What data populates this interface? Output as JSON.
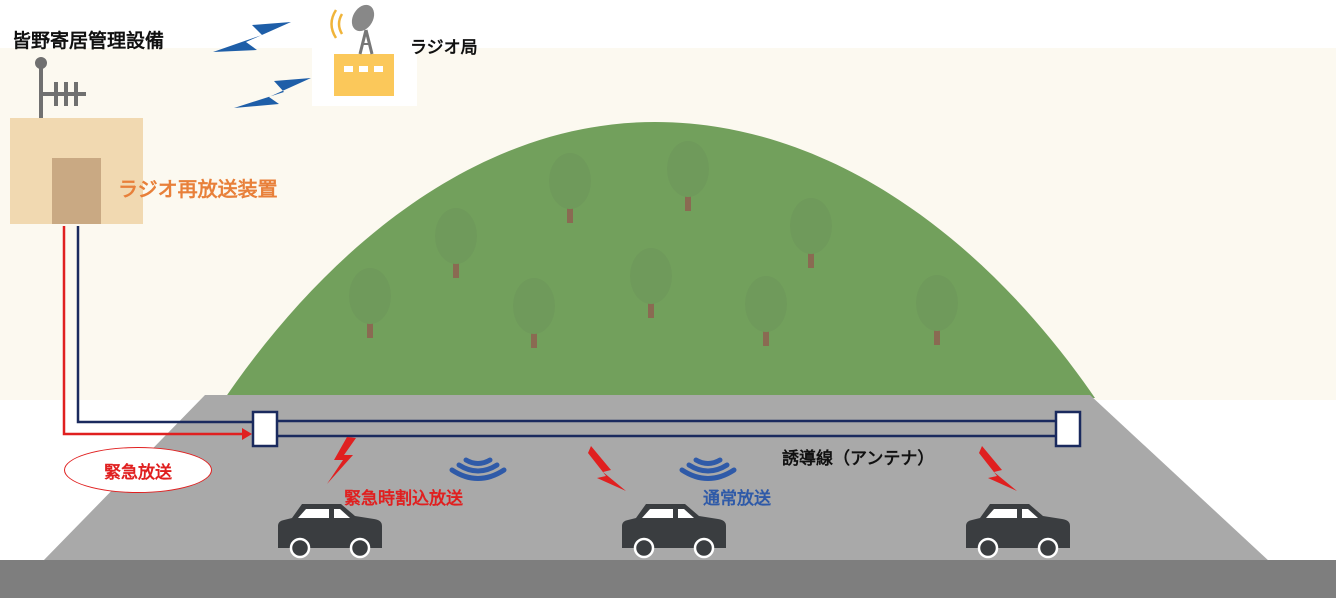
{
  "labels": {
    "facility": "皆野寄居管理設備",
    "radio_station": "ラジオ局",
    "rebroadcast_device": "ラジオ再放送装置",
    "emergency_broadcast": "緊急放送",
    "emergency_interrupt": "緊急時割込放送",
    "normal_broadcast": "通常放送",
    "induction_antenna": "誘導線（アンテナ）"
  },
  "colors": {
    "sky": "#fcf9f0",
    "hill": "#72a05c",
    "tree_crown": "#6f9a5b",
    "tree_trunk": "#8a6a52",
    "road": "#a9a9a9",
    "ground": "#7e7e7e",
    "building": "#f1d9b1",
    "door": "#c9a983",
    "station": "#fbc85a",
    "lightning_blue": "#1e5ea8",
    "emergency_red": "#e02020",
    "normal_blue": "#2f5aa8",
    "wire_navy": "#1a2a5e",
    "rebroadcast_text": "#e8803a",
    "car": "#3a3d40"
  },
  "icons": {
    "facility_antenna": "antenna-icon",
    "station_dish": "satellite-dish-icon",
    "radio_lightning": "lightning-icon",
    "emergency_signal": "lightning-icon",
    "normal_signal": "radio-wave-icon",
    "vehicle": "car-icon",
    "vegetation": "tree-icon"
  }
}
